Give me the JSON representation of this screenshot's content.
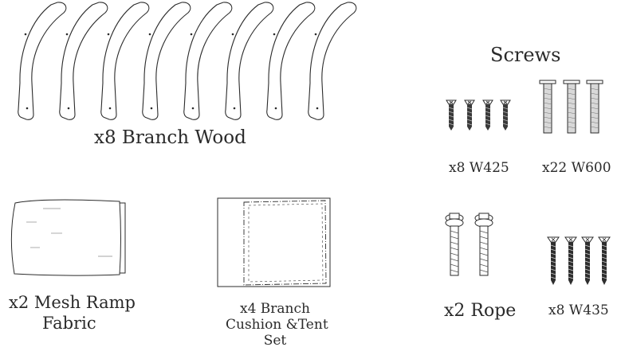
{
  "branch_wood": {
    "label": "x8 Branch Wood",
    "count": 8
  },
  "screws_heading": "Screws",
  "w425": {
    "label": "x8 W425",
    "count": 4
  },
  "w600": {
    "label": "x22 W600",
    "count": 3
  },
  "mesh": {
    "label_line1": "x2  Mesh Ramp",
    "label_line2": "Fabric"
  },
  "cushion": {
    "label_line1": "x4  Branch",
    "label_line2": "Cushion &Tent",
    "label_line3": "Set"
  },
  "rope": {
    "label": "x2  Rope",
    "count": 2
  },
  "w435": {
    "label": "x8 W435",
    "count": 4
  },
  "colors": {
    "line": "#2b2b2b",
    "fill": "#ffffff"
  }
}
